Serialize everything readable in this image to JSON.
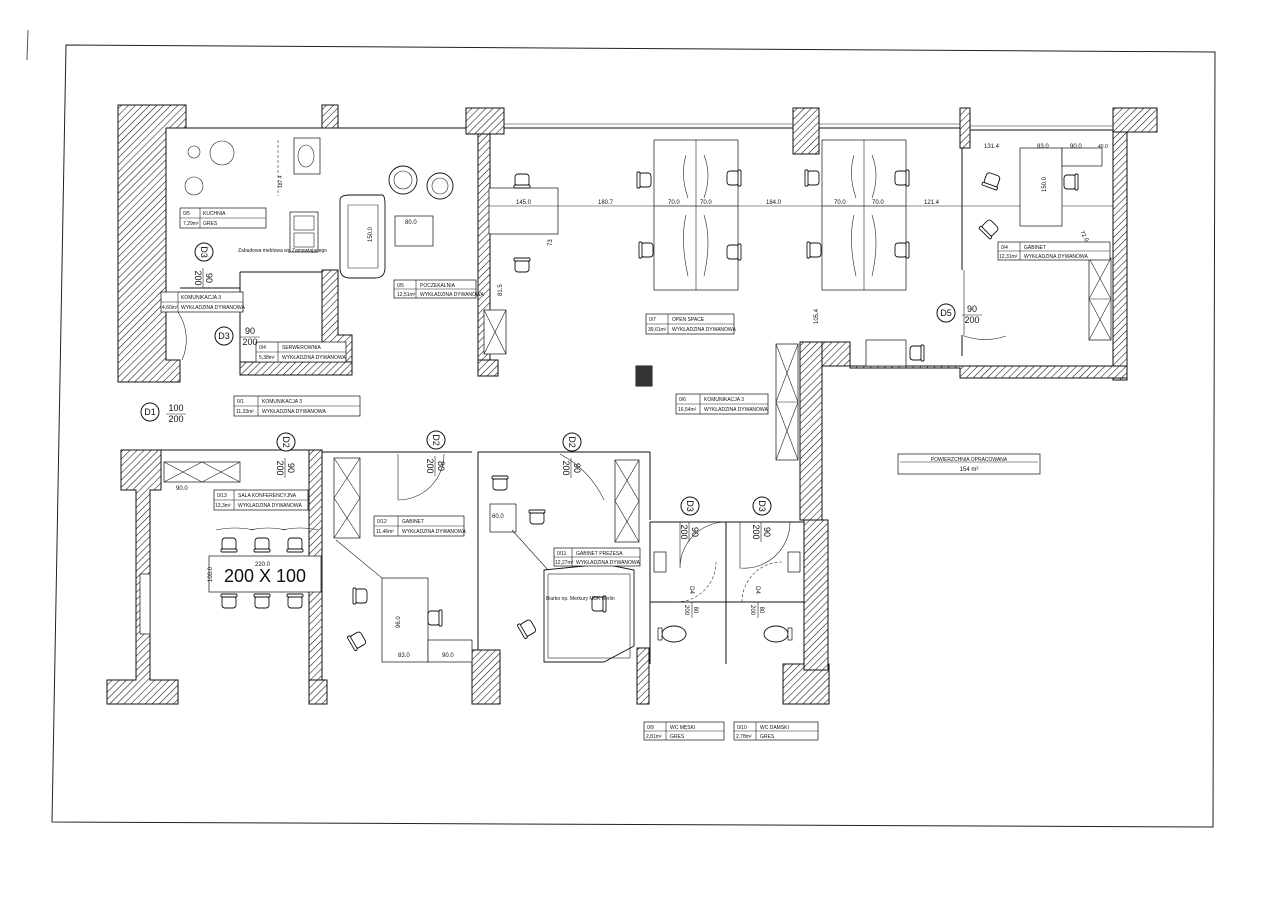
{
  "rooms": [
    {
      "code": "0/5",
      "name": "KUCHNIA",
      "area": "7,29m²",
      "floor": "GRES"
    },
    {
      "code": "0/5",
      "name": "POCZEKALNIA",
      "area": "12,51m²",
      "floor": "WYKŁADZINA DYWANOWA"
    },
    {
      "code": "",
      "name": "KOMUNIKACJA 3",
      "area": "4,60m²",
      "floor": "WYKŁADZINA DYWANOWA"
    },
    {
      "code": "0/4",
      "name": "SERWEROWNIA",
      "area": "5,38m²",
      "floor": "WYKŁADZINA DYWANOWA"
    },
    {
      "code": "0/1",
      "name": "KOMUNIKACJA 3",
      "area": "11,33m²",
      "floor": "WYKŁADZINA DYWANOWA"
    },
    {
      "code": "0/7",
      "name": "OPEN SPACE",
      "area": "39,61m²",
      "floor": "WYKŁADZINA DYWANOWA"
    },
    {
      "code": "0/6",
      "name": "KOMUNIKACJA 3",
      "area": "16,54m²",
      "floor": "WYKŁADZINA DYWANOWA"
    },
    {
      "code": "0/4",
      "name": "GABINET",
      "area": "12,31m²",
      "floor": "WYKŁADZINA DYWANOWA"
    },
    {
      "code": "0/13",
      "name": "SALA KONFERENCYJNA",
      "area": "13,3m²",
      "floor": "WYKŁADZINA DYWANOWA"
    },
    {
      "code": "0/12",
      "name": "GABINET",
      "area": "11,46m²",
      "floor": "WYKŁADZINA DYWANOWA"
    },
    {
      "code": "0/11",
      "name": "GABINET PREZESA",
      "area": "12,27m²",
      "floor": "WYKŁADZINA DYWANOWA"
    },
    {
      "code": "0/9",
      "name": "WC MĘSKI",
      "area": "2,81m²",
      "floor": "GRES"
    },
    {
      "code": "0/10",
      "name": "WC DAMSKI",
      "area": "2,78m²",
      "floor": "GRES"
    }
  ],
  "doors": {
    "d1": {
      "tag": "D1",
      "width": "100",
      "height": "200"
    },
    "d3_top": {
      "tag": "D3",
      "width": "90",
      "height": "200"
    },
    "d3_mid": {
      "tag": "D3",
      "width": "90",
      "height": "200"
    },
    "d5": {
      "tag": "D5",
      "width": "90",
      "height": "200"
    },
    "d2_a": {
      "tag": "D2",
      "width": "90",
      "height": "200"
    },
    "d2_b": {
      "tag": "D2",
      "width": "80",
      "height": "200"
    },
    "d2_c": {
      "tag": "D2",
      "width": "90",
      "height": "200"
    },
    "d3_wc1": {
      "tag": "D3",
      "width": "90",
      "height": "200"
    },
    "d3_wc2": {
      "tag": "D3",
      "width": "90",
      "height": "200"
    },
    "d4_wc1": {
      "tag": "D4",
      "width": "80",
      "height": "200"
    },
    "d4_wc2": {
      "tag": "D4",
      "width": "80",
      "height": "200"
    }
  },
  "total_area": {
    "label": "POWIERZCHNIA OPRACOWANA",
    "value": "154 m²"
  },
  "conference_table": {
    "text": "200 X 100"
  },
  "dims": {
    "d_1874": "187.4",
    "d_150": "150.0",
    "d_800": "80.0",
    "d_1450": "145.0",
    "d_1807": "180.7",
    "d_700a": "70.0",
    "d_700b": "70.0",
    "d_1840": "184.0",
    "d_700c": "70.0",
    "d_700d": "70.0",
    "d_1214": "121.4",
    "d_1314": "131.4",
    "d_830": "83.0",
    "d_900": "90.0",
    "d_400": "40.0",
    "d_1500": "150.0",
    "d_720": "72.0",
    "d_815": "81.5",
    "d_73": "73",
    "d_1054": "105.4",
    "d_2200": "220.0",
    "d_1000": "100.0",
    "d_900b": "90.0",
    "d_600": "60.0",
    "d_960": "96.0",
    "d_830b": "83.0",
    "d_900c": "90.0"
  },
  "notes": {
    "kitchen_unit": "Zabudowa meblowa wg Zamawiającego",
    "desk_note": "Biurko np. Merkury MDK Berlin"
  }
}
